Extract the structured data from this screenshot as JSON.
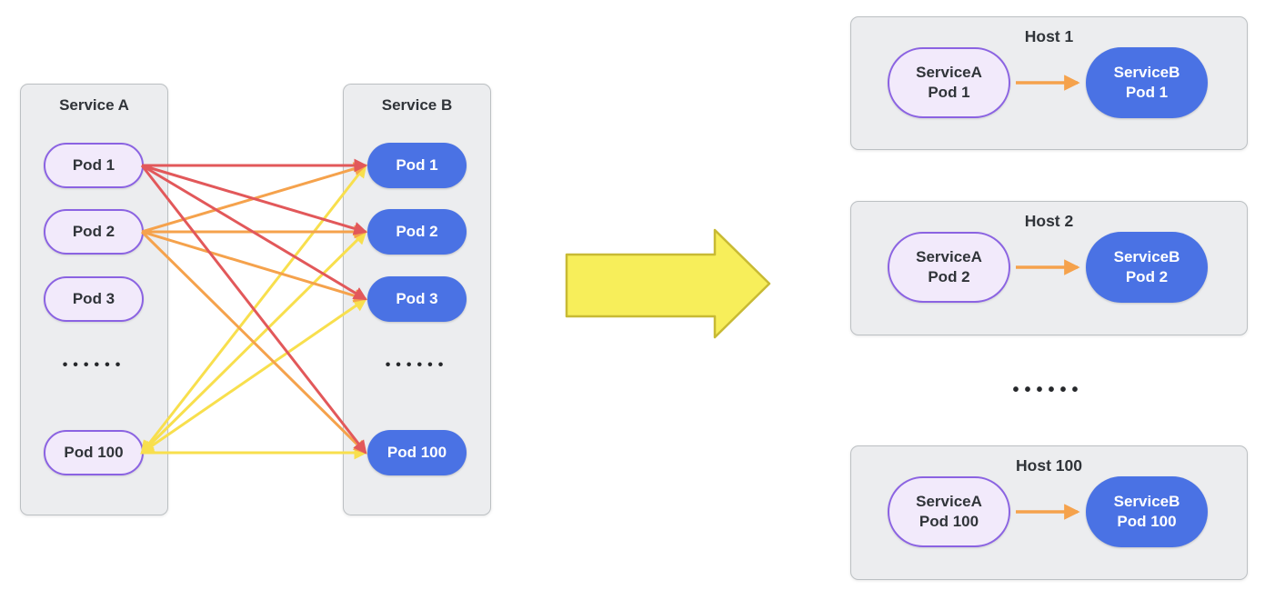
{
  "colors": {
    "red": "#e2585a",
    "orange": "#f5a24c",
    "yellow": "#f8df4d",
    "big_arrow_fill": "#f7ee5a",
    "big_arrow_stroke": "#c8ba34",
    "host_arrow": "#f5a24c",
    "purple_border": "#8b63e2",
    "lavender_fill": "#f2eafb",
    "blue_fill": "#4a72e4",
    "panel_fill": "#ecedef",
    "panel_border": "#bcc0c3",
    "text_dark": "#303439"
  },
  "service_a": {
    "title": "Service A",
    "pods": [
      "Pod 1",
      "Pod 2",
      "Pod 3",
      "Pod 100"
    ],
    "ellipsis": "••••••"
  },
  "service_b": {
    "title": "Service B",
    "pods": [
      "Pod 1",
      "Pod 2",
      "Pod 3",
      "Pod 100"
    ],
    "ellipsis": "••••••"
  },
  "edges": [
    {
      "from": "a-pod-1",
      "to": "b-pod-1",
      "color": "red"
    },
    {
      "from": "a-pod-1",
      "to": "b-pod-2",
      "color": "red"
    },
    {
      "from": "a-pod-1",
      "to": "b-pod-3",
      "color": "red"
    },
    {
      "from": "a-pod-1",
      "to": "b-pod-100",
      "color": "red"
    },
    {
      "from": "a-pod-2",
      "to": "b-pod-1",
      "color": "orange"
    },
    {
      "from": "a-pod-2",
      "to": "b-pod-2",
      "color": "orange"
    },
    {
      "from": "a-pod-2",
      "to": "b-pod-3",
      "color": "orange"
    },
    {
      "from": "a-pod-2",
      "to": "b-pod-100",
      "color": "orange"
    },
    {
      "from": "a-pod-100",
      "to": "b-pod-1",
      "color": "yellow",
      "double": true
    },
    {
      "from": "a-pod-100",
      "to": "b-pod-2",
      "color": "yellow",
      "double": true
    },
    {
      "from": "a-pod-100",
      "to": "b-pod-3",
      "color": "yellow",
      "double": true
    },
    {
      "from": "a-pod-100",
      "to": "b-pod-100",
      "color": "yellow"
    }
  ],
  "hosts": [
    {
      "title": "Host 1",
      "service_a": {
        "line1": "ServiceA",
        "line2": "Pod 1"
      },
      "service_b": {
        "line1": "ServiceB",
        "line2": "Pod 1"
      }
    },
    {
      "title": "Host 2",
      "service_a": {
        "line1": "ServiceA",
        "line2": "Pod 2"
      },
      "service_b": {
        "line1": "ServiceB",
        "line2": "Pod 2"
      }
    },
    {
      "title": "Host 100",
      "service_a": {
        "line1": "ServiceA",
        "line2": "Pod 100"
      },
      "service_b": {
        "line1": "ServiceB",
        "line2": "Pod 100"
      }
    }
  ],
  "hosts_ellipsis": "••••••"
}
